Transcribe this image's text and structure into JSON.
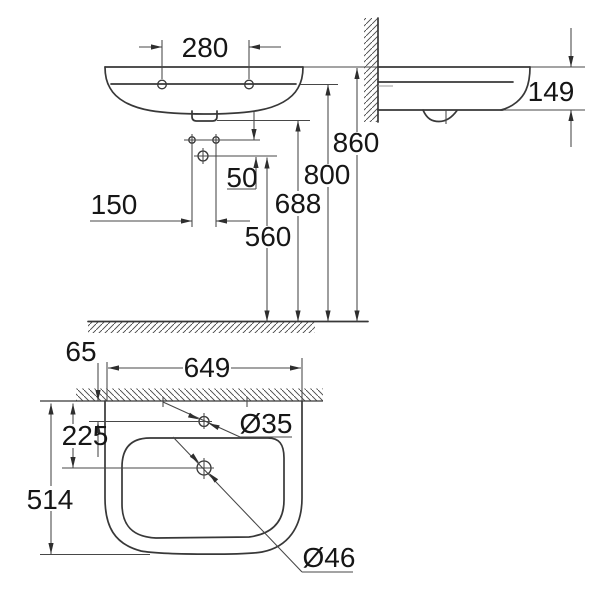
{
  "drawing": {
    "type": "washbasin installation dimension drawing",
    "colors": {
      "background": "#ffffff",
      "line": "#383838",
      "text": "#161616"
    },
    "front_view": {
      "fixing_hole_spacing": "280",
      "hole_vertical_offset": "50",
      "tap_hole_spacing": "150",
      "floor_to_tap_hole": "560",
      "floor_to_underside": "688",
      "floor_to_rim": "800",
      "floor_to_top": "860"
    },
    "side_view": {
      "front_edge_height": "149"
    },
    "top_view": {
      "overall_width": "649",
      "tap_hole_setback": "65",
      "drain_setback": "225",
      "overall_depth": "514",
      "tap_hole_diameter": "Ø35",
      "drain_diameter": "Ø46"
    }
  }
}
